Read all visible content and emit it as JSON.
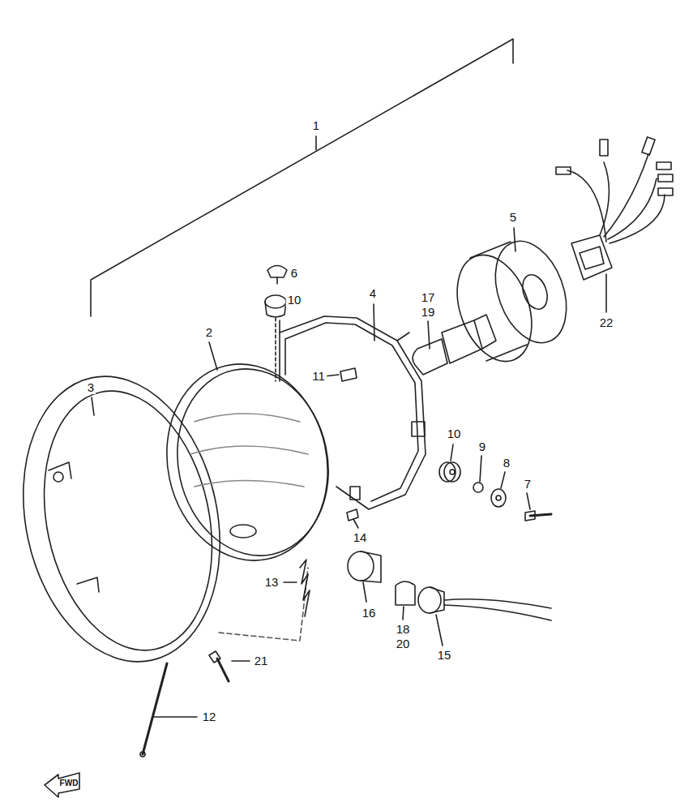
{
  "diagram": {
    "labels": [
      "1",
      "2",
      "3",
      "4",
      "5",
      "6",
      "10",
      "17",
      "19",
      "11",
      "22",
      "10",
      "9",
      "8",
      "7",
      "14",
      "13",
      "16",
      "18",
      "20",
      "15",
      "21",
      "12",
      "FWD"
    ]
  }
}
